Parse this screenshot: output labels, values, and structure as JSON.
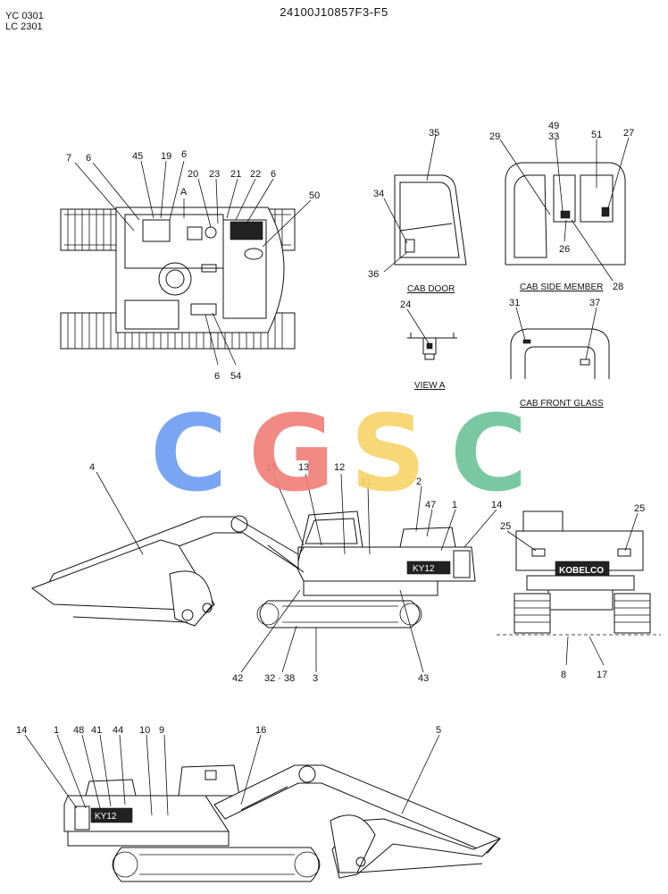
{
  "header": {
    "code_line1": "YC 0301",
    "code_line2": "LC 2301",
    "drawing_number": "24100J10857F3-F5"
  },
  "watermark": {
    "letters": [
      "C",
      "G",
      "S",
      "C"
    ],
    "colors": [
      "#6f9ef2",
      "#f0817a",
      "#f7d46b",
      "#6fc49b"
    ]
  },
  "captions": {
    "cab_door": "CAB DOOR",
    "cab_side_member": "CAB SIDE MEMBER",
    "view_a": "VIEW A",
    "cab_front_glass": "CAB FRONT GLASS",
    "view_a_marker": "A"
  },
  "machine_marks": {
    "model_badge": "KY12",
    "brand_badge": "KOBELCO"
  },
  "callouts": {
    "top_view": [
      "7",
      "6",
      "45",
      "19",
      "6",
      "20",
      "23",
      "21",
      "22",
      "6",
      "50",
      "6",
      "54"
    ],
    "cab_door": [
      "35",
      "34",
      "36"
    ],
    "cab_side": [
      "49",
      "33",
      "29",
      "51",
      "27",
      "26",
      "28"
    ],
    "view_a": [
      "24"
    ],
    "front_glass": [
      "31",
      "37"
    ],
    "side_view_left": [
      "4",
      "15",
      "13",
      "12",
      "11",
      "2",
      "47",
      "1",
      "14",
      "42",
      "32 · 38",
      "3",
      "43"
    ],
    "rear_view": [
      "25",
      "25",
      "8",
      "17"
    ],
    "side_view_right": [
      "14",
      "1",
      "48",
      "41",
      "44",
      "10",
      "9",
      "16",
      "5"
    ]
  }
}
